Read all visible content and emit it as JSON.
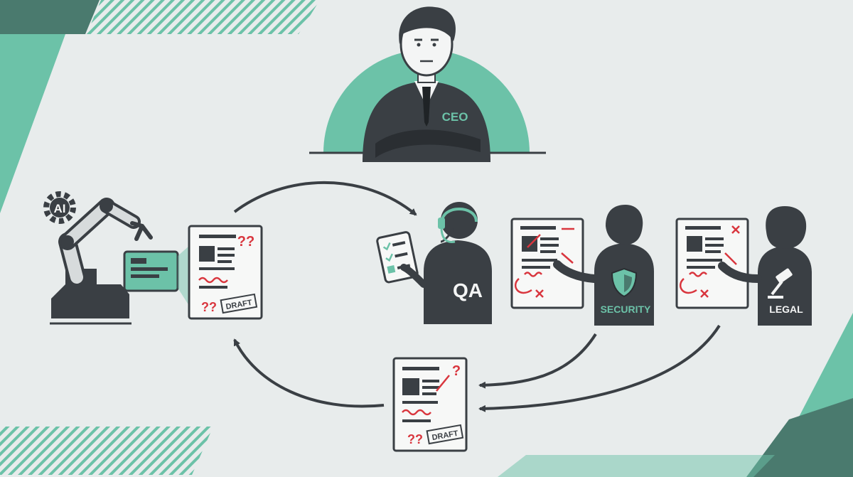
{
  "labels": {
    "ceo": "CEO",
    "ai": "AI",
    "qa": "QA",
    "security": "SECURITY",
    "legal": "LEGAL",
    "draft_stamp": "DRAFT",
    "question_mark": "?",
    "question_marks": "??"
  },
  "colors": {
    "background": "#e8ecec",
    "ink": "#3a3f44",
    "accent": "#6cc2a8",
    "accent_dark": "#4a7a6e",
    "markup_red": "#d9363e",
    "paper": "#f7f8f7"
  },
  "icons": [
    "gear-icon",
    "robot-arm-icon",
    "shield-icon",
    "gavel-icon",
    "headset-icon",
    "tablet-checklist-icon"
  ]
}
